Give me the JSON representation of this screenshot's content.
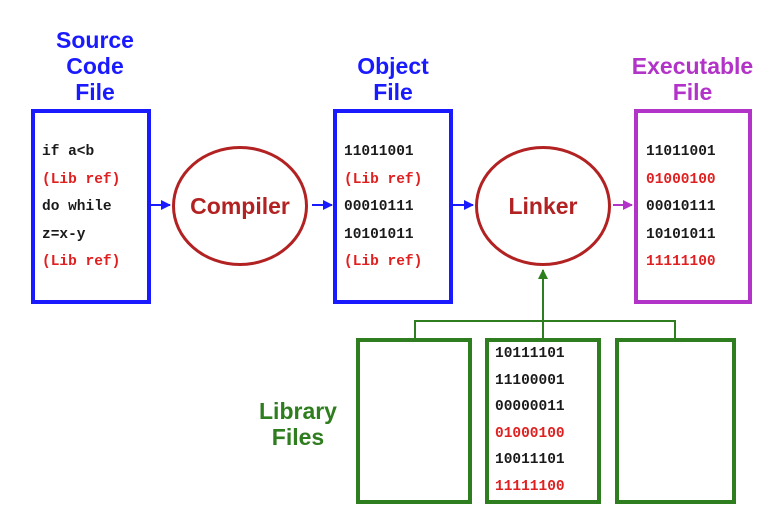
{
  "colors": {
    "source": "#1a1aff",
    "object": "#1a1aff",
    "executable": "#b233c8",
    "library": "#2e7d1e",
    "process": "#b22222",
    "ref": "#e02020",
    "plain": "#1a1a1a",
    "arrow_blue": "#1a1aff",
    "arrow_purple": "#b233c8",
    "arrow_green": "#2e7d1e"
  },
  "source_file": {
    "title_lines": [
      "Source",
      "Code",
      "File"
    ],
    "lines": [
      {
        "text": "if a<b",
        "ref": false
      },
      {
        "text": "(Lib ref)",
        "ref": true
      },
      {
        "text": "do while",
        "ref": false
      },
      {
        "text": "z=x-y",
        "ref": false
      },
      {
        "text": "(Lib ref)",
        "ref": true
      }
    ]
  },
  "compiler": {
    "label": "Compiler"
  },
  "object_file": {
    "title_lines": [
      "Object",
      "File"
    ],
    "lines": [
      {
        "text": "11011001",
        "ref": false
      },
      {
        "text": "(Lib ref)",
        "ref": true
      },
      {
        "text": "00010111",
        "ref": false
      },
      {
        "text": "10101011",
        "ref": false
      },
      {
        "text": "(Lib ref)",
        "ref": true
      }
    ]
  },
  "linker": {
    "label": "Linker"
  },
  "executable_file": {
    "title_lines": [
      "Executable",
      "File"
    ],
    "lines": [
      {
        "text": "11011001",
        "ref": false
      },
      {
        "text": "01000100",
        "ref": true
      },
      {
        "text": "00010111",
        "ref": false
      },
      {
        "text": "10101011",
        "ref": false
      },
      {
        "text": "11111100",
        "ref": true
      }
    ]
  },
  "library_files": {
    "title_lines": [
      "Library",
      "Files"
    ],
    "middle_lines": [
      {
        "text": "10111101",
        "ref": false
      },
      {
        "text": "11100001",
        "ref": false
      },
      {
        "text": "00000011",
        "ref": false
      },
      {
        "text": "01000100",
        "ref": true
      },
      {
        "text": "10011101",
        "ref": false
      },
      {
        "text": "11111100",
        "ref": true
      }
    ]
  }
}
